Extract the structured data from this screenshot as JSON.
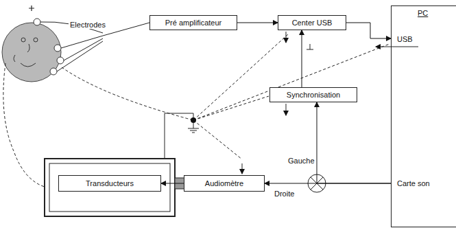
{
  "diagram": {
    "nodes": [
      {
        "text": [
          "Pré amplificateur"
        ]
      },
      {
        "text": [
          "Center USB"
        ]
      },
      {
        "text": [
          "PC",
          "USB",
          "Carte son"
        ]
      },
      {
        "text": [
          "Synchronisation"
        ]
      },
      {
        "text": [
          "Audiomètre"
        ]
      },
      {
        "text": [
          "Transducteurs"
        ]
      }
    ],
    "edges": [
      {
        "from": 0,
        "to": 1,
        "arrow": "to"
      },
      {
        "from": 1,
        "to": 2,
        "arrow": "to"
      },
      {
        "from": 3,
        "to": 1,
        "arrow": "to"
      },
      {
        "from": 4,
        "to": 5,
        "arrow": "to"
      },
      {
        "from": 2,
        "to": 4,
        "label": "Droite",
        "arrow": "to"
      },
      {
        "from": 2,
        "to": 3,
        "label": "Gauche",
        "arrow": "to"
      }
    ],
    "labels": [
      "Electrodes"
    ]
  }
}
